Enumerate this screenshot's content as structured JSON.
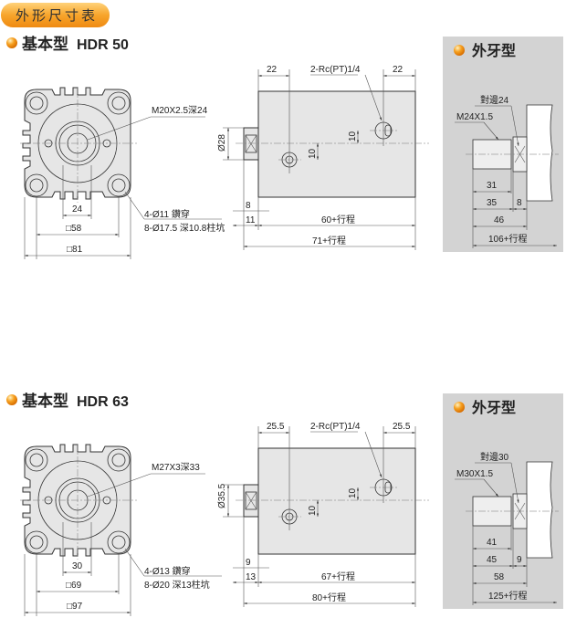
{
  "header": {
    "badge_label": "外形尺寸表"
  },
  "colors": {
    "accent": "#f39a1e",
    "panel": "#d3d3d3"
  },
  "sections": [
    {
      "type_label": "基本型",
      "model": "HDR 50",
      "front": {
        "thread": "M20X2.5深24",
        "hole1": "4-Ø11 鑽穿",
        "hole2": "8-Ø17.5 深10.8柱坑",
        "dim_inner": "24",
        "dim_pitch": "□58",
        "dim_outer": "□81"
      },
      "side": {
        "left_top": "22",
        "port": "2-Rc(PT)1/4",
        "right_top": "22",
        "rod_dia": "Ø28",
        "port_off1": "10",
        "port_off2": "10",
        "dim_a": "8",
        "dim_b": "11",
        "body_len": "60+行程",
        "total_len": "71+行程"
      },
      "male": {
        "title": "外牙型",
        "across_flats": "對邊24",
        "thread": "M24X1.5",
        "d1": "31",
        "d2": "35",
        "d3": "8",
        "d4": "46",
        "d5": "106+行程"
      }
    },
    {
      "type_label": "基本型",
      "model": "HDR 63",
      "front": {
        "thread": "M27X3深33",
        "hole1": "4-Ø13 鑽穿",
        "hole2": "8-Ø20 深13柱坑",
        "dim_inner": "30",
        "dim_pitch": "□69",
        "dim_outer": "□97"
      },
      "side": {
        "left_top": "25.5",
        "port": "2-Rc(PT)1/4",
        "right_top": "25.5",
        "rod_dia": "Ø35.5",
        "port_off1": "10",
        "port_off2": "10",
        "dim_a": "9",
        "dim_b": "13",
        "body_len": "67+行程",
        "total_len": "80+行程"
      },
      "male": {
        "title": "外牙型",
        "across_flats": "對邊30",
        "thread": "M30X1.5",
        "d1": "41",
        "d2": "45",
        "d3": "9",
        "d4": "58",
        "d5": "125+行程"
      }
    }
  ]
}
